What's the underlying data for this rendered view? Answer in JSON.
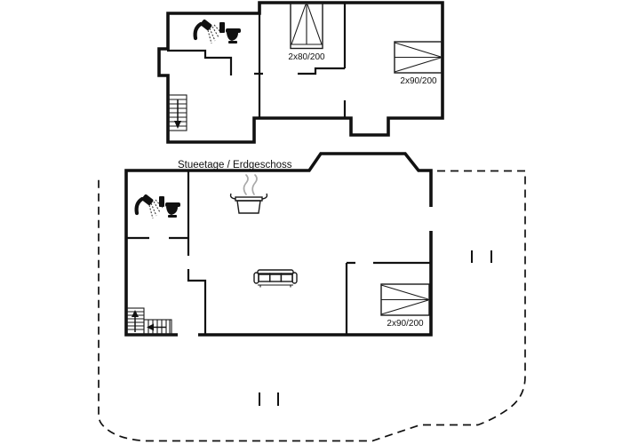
{
  "drawing": {
    "type": "holiday-house floor plan, two levels",
    "background": "#ffffff",
    "line_color": "#111111",
    "steam_color": "#a8a8a8"
  },
  "upper_floor": {
    "beds": [
      {
        "id": "bed-2x80",
        "label": "2x80/200"
      },
      {
        "id": "bed-2x90-upper",
        "label": "2x90/200"
      }
    ],
    "icons": [
      "shower-icon",
      "toilet-icon",
      "staircase-down"
    ]
  },
  "ground_floor": {
    "label": "Stueetage / Erdgeschoss",
    "beds": [
      {
        "id": "bed-2x90-ground",
        "label": "2x90/200"
      }
    ],
    "icons": [
      "shower-icon",
      "toilet-icon",
      "cooking-pot-icon",
      "sofa-icon",
      "staircase-up",
      "terrace-dashed-outline"
    ]
  }
}
